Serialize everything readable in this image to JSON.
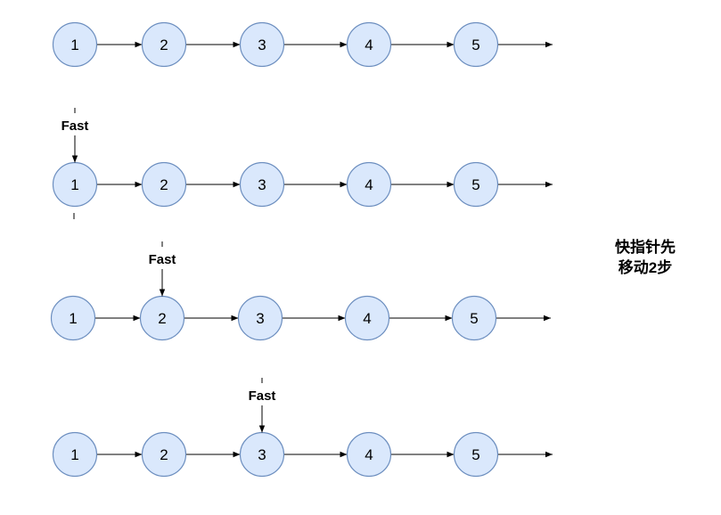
{
  "nodes": [
    "1",
    "2",
    "3",
    "4",
    "5"
  ],
  "rows": [
    {
      "pointer": null
    },
    {
      "pointer": {
        "label": "Fast",
        "node": 0
      }
    },
    {
      "pointer": {
        "label": "Fast",
        "node": 1
      }
    },
    {
      "pointer": {
        "label": "Fast",
        "node": 2
      }
    }
  ],
  "caption": {
    "line1": "快指针先",
    "line2": "移动2步"
  },
  "colors": {
    "node_fill": "#dae8fc",
    "node_stroke": "#6c8ebf",
    "line": "#000000"
  }
}
